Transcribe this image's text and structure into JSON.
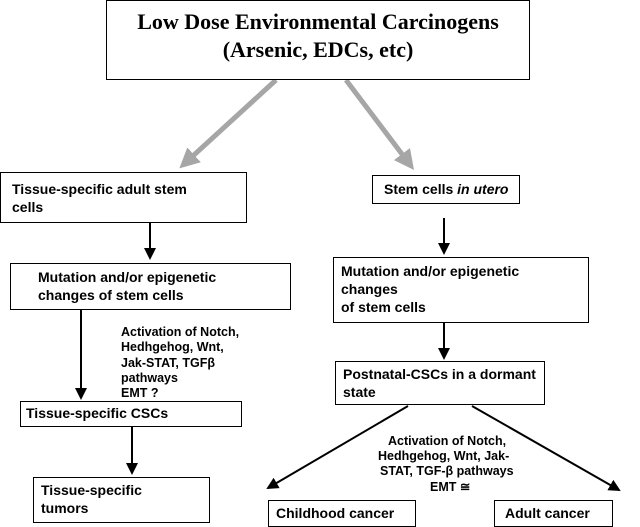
{
  "source": {
    "line1": "Low Dose Environmental Carcinogens",
    "line2": "(Arsenic, EDCs, etc)"
  },
  "left": {
    "stem_cells_1": "Tissue-specific adult stem",
    "stem_cells_2": "cells",
    "mutation_1": "Mutation  and/or epigenetic",
    "mutation_2": "changes of stem cells",
    "pathways": [
      "Activation of Notch,",
      "Hedhgehog,  Wnt,",
      "Jak-STAT, TGFβ",
      "pathways",
      "EMT ?"
    ],
    "cscs": "Tissue-specific CSCs",
    "tumors_1": "Tissue-specific",
    "tumors_2": "tumors"
  },
  "right": {
    "stem_cells_prefix": "Stem cells ",
    "stem_cells_italic": "in utero",
    "mutation": [
      "Mutation and/or epigenetic",
      "changes",
      "of stem cells"
    ],
    "dormant_1": "Postnatal-CSCs in a dormant",
    "dormant_2": "state",
    "pathways": [
      "Activation of Notch,",
      "Hedhgehog,  Wnt, Jak-",
      "STAT, TGF-β pathways",
      "EMT ≅"
    ],
    "childhood": "Childhood cancer",
    "adult": "Adult cancer"
  },
  "colors": {
    "gray_arrow": "#a6a6a6",
    "black_arrow": "#000000"
  }
}
